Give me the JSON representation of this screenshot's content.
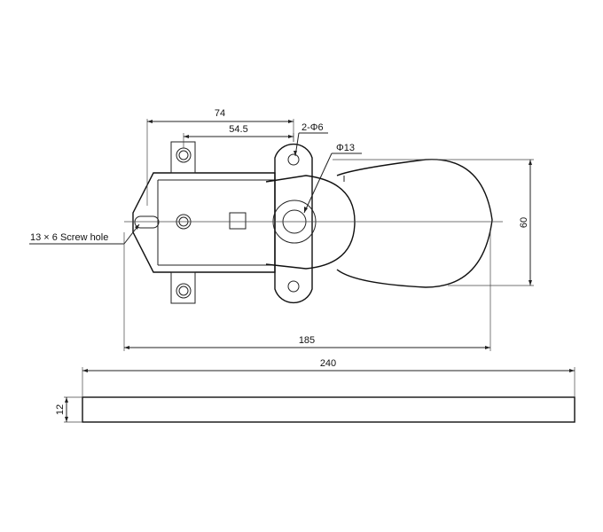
{
  "dimensions": {
    "top_width": "74",
    "inner_width": "54.5",
    "holes": "2-Φ6",
    "center_hole": "Φ13",
    "height": "60",
    "overall_length": "185",
    "plate_length": "240",
    "plate_thickness": "12"
  },
  "labels": {
    "screw_hole": "13 × 6 Screw hole"
  }
}
